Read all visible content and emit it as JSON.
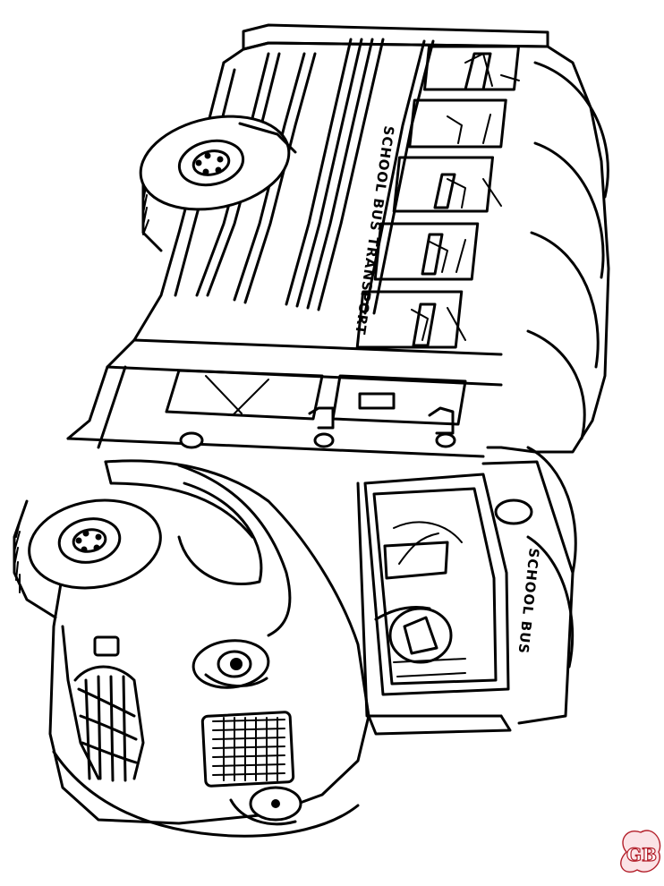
{
  "image": {
    "subject": "school-bus-coloring-page",
    "style": "black line art on white",
    "colors": {
      "line": "#000000",
      "background": "#ffffff",
      "watermark": "#b31f2a"
    }
  },
  "labels": {
    "roof_sign": "SCHOOL BUS TRANSPORT",
    "side_sign": "SCHOOL BUS"
  },
  "watermark": {
    "text": "GB",
    "icon": "gb-watermark-icon"
  }
}
